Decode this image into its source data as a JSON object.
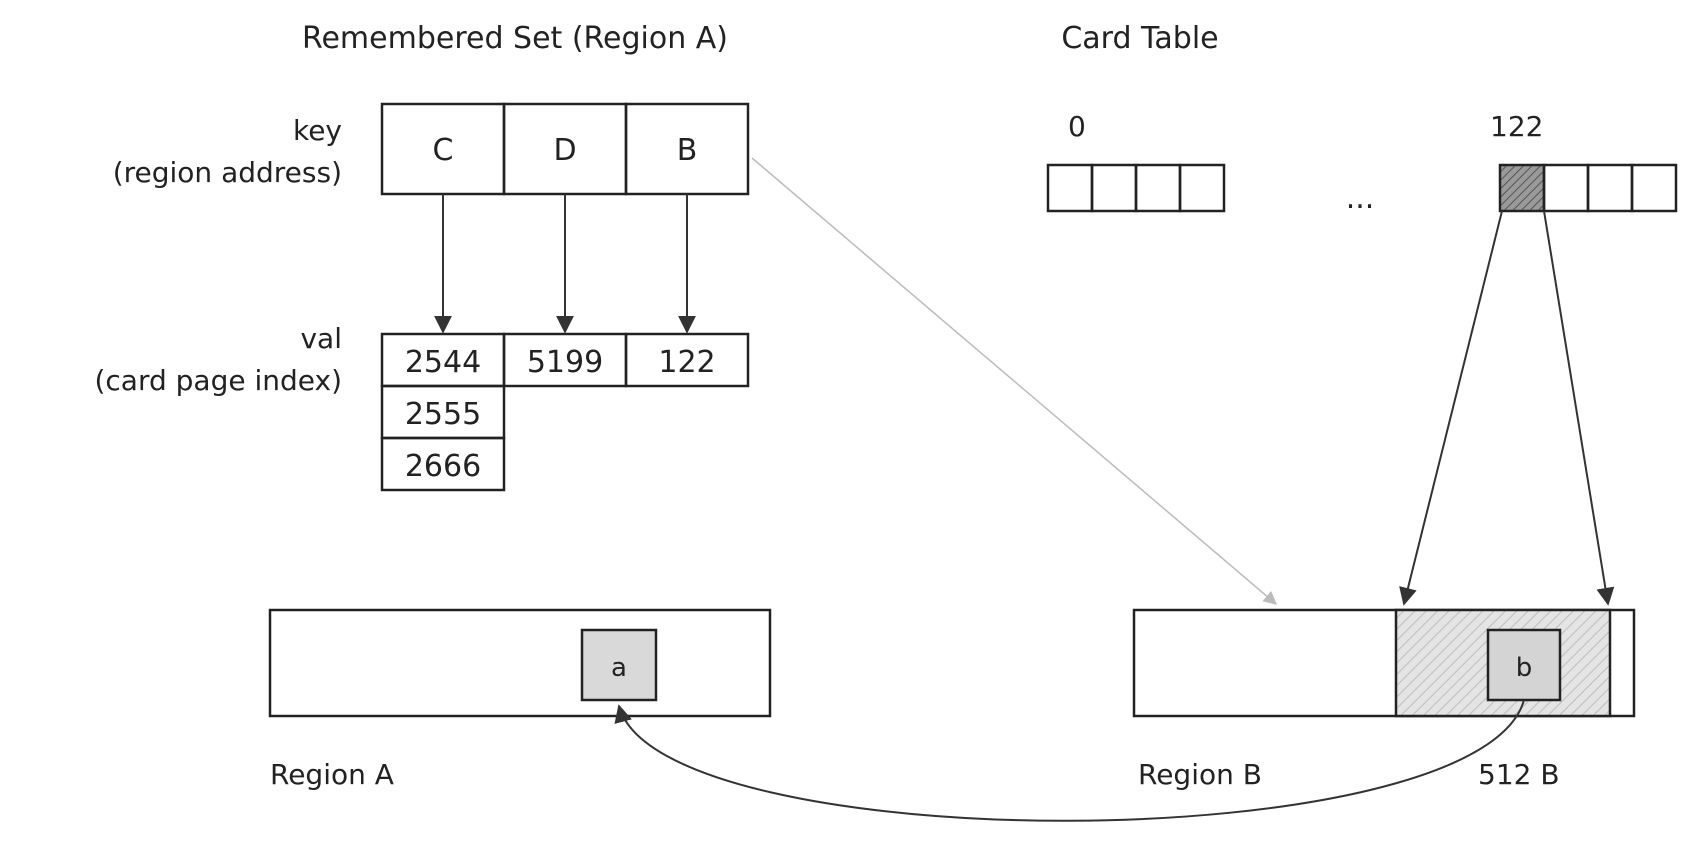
{
  "titles": {
    "remembered_set": "Remembered Set (Region A)",
    "card_table": "Card Table"
  },
  "rs": {
    "key_label": "key",
    "key_sub": "(region address)",
    "val_label": "val",
    "val_sub": "(card page index)",
    "keys": [
      "C",
      "D",
      "B"
    ],
    "vals": [
      [
        "2544",
        "2555",
        "2666"
      ],
      [
        "5199"
      ],
      [
        "122"
      ]
    ]
  },
  "card_table": {
    "index_first": "0",
    "index_marked": "122",
    "ellipsis": "..."
  },
  "regions": {
    "a_label": "Region A",
    "b_label": "Region B",
    "a_object": "a",
    "b_object": "b",
    "card_size": "512 B"
  }
}
